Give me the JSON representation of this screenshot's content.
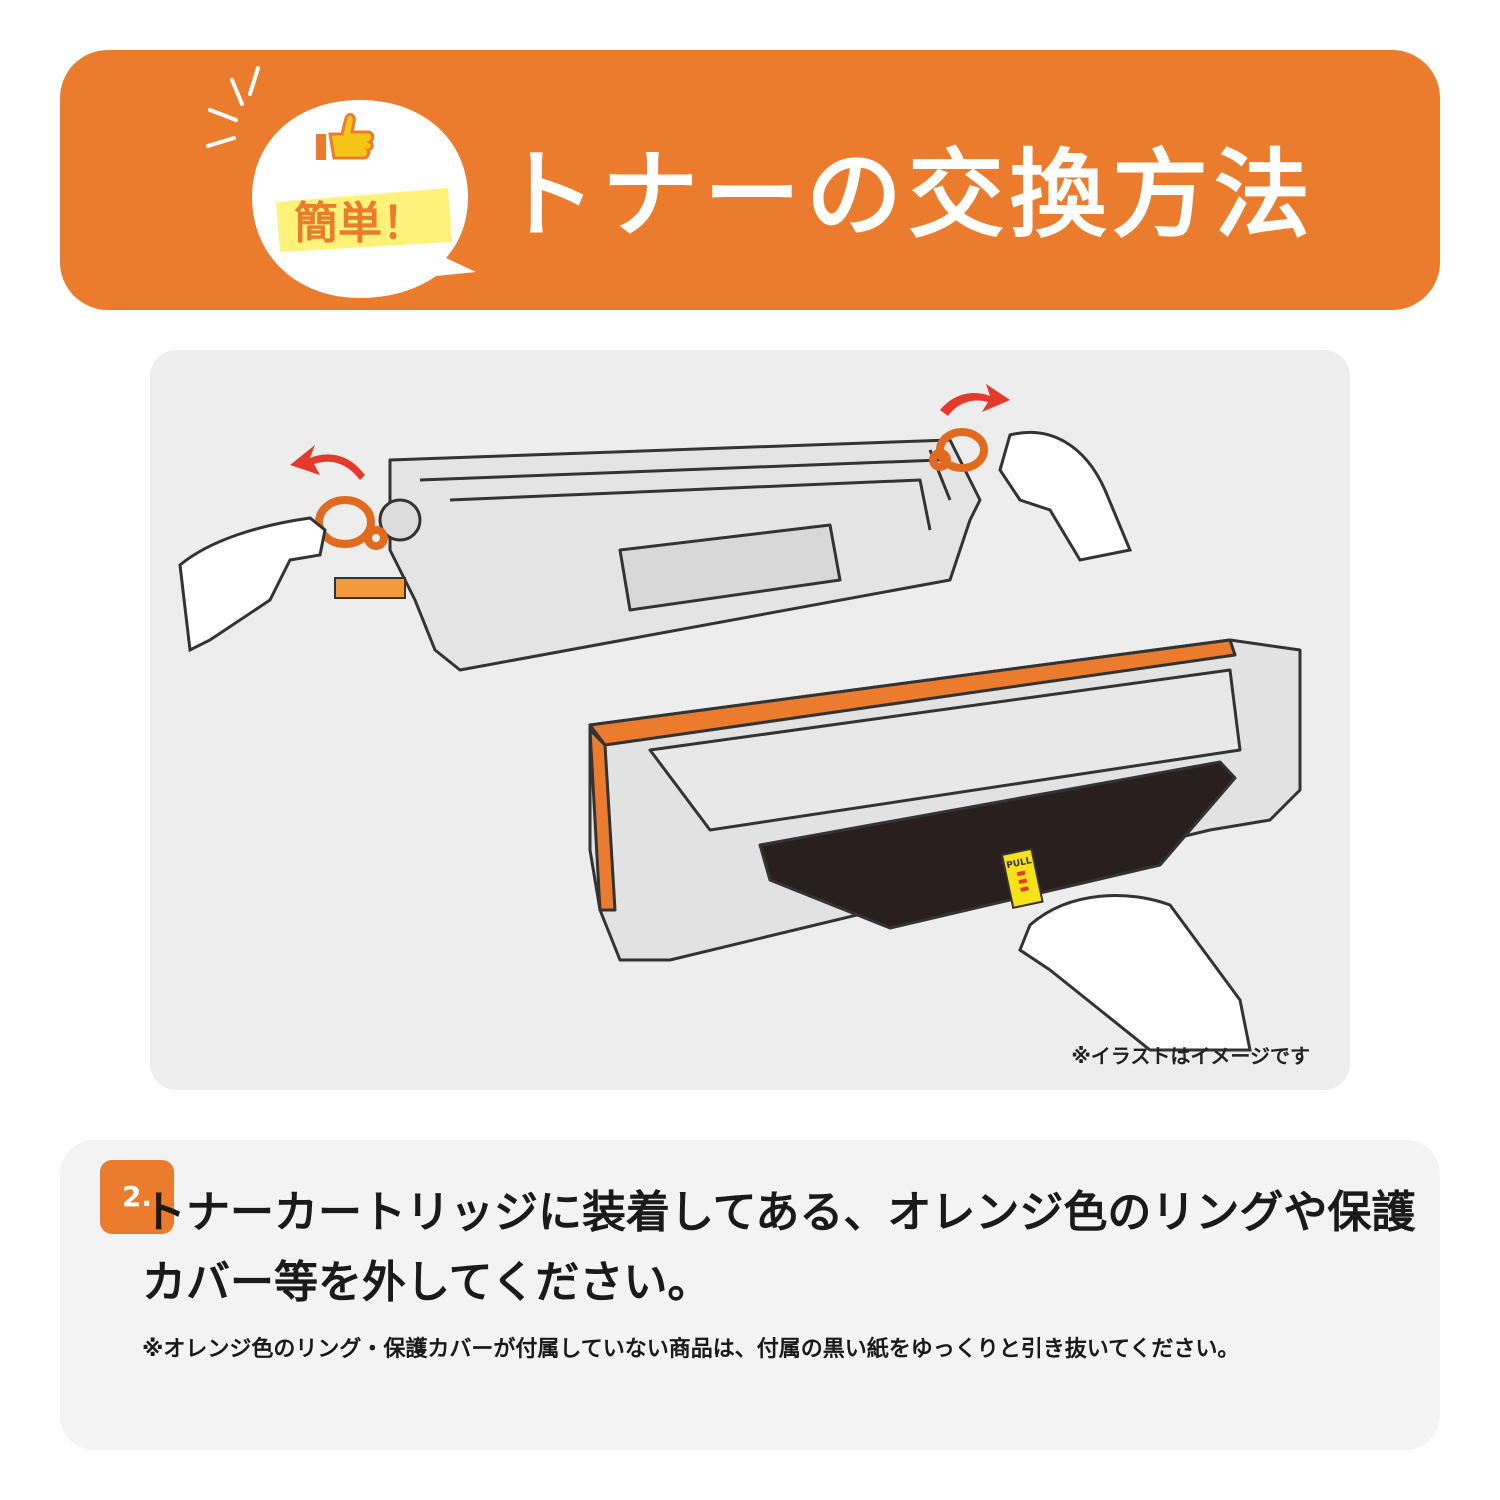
{
  "header": {
    "badge_text": "簡単！",
    "title": "トナーの交換方法",
    "icon": "thumbs-up-icon"
  },
  "illustration": {
    "caption": "※イラストはイメージです",
    "tab_text": "PULL"
  },
  "step": {
    "number": "2.",
    "text": "トナーカートリッジに装着してある、オレンジ色のリングや保護カバー等を外してください。",
    "note": "※オレンジ色のリング・保護カバーが付属していない商品は、付属の黒い紙をゆっくりと引き抜いてください。"
  },
  "colors": {
    "accent": "#ec7c2d",
    "panel_bg": "#f3f3f3",
    "illustration_bg": "#ededed"
  }
}
